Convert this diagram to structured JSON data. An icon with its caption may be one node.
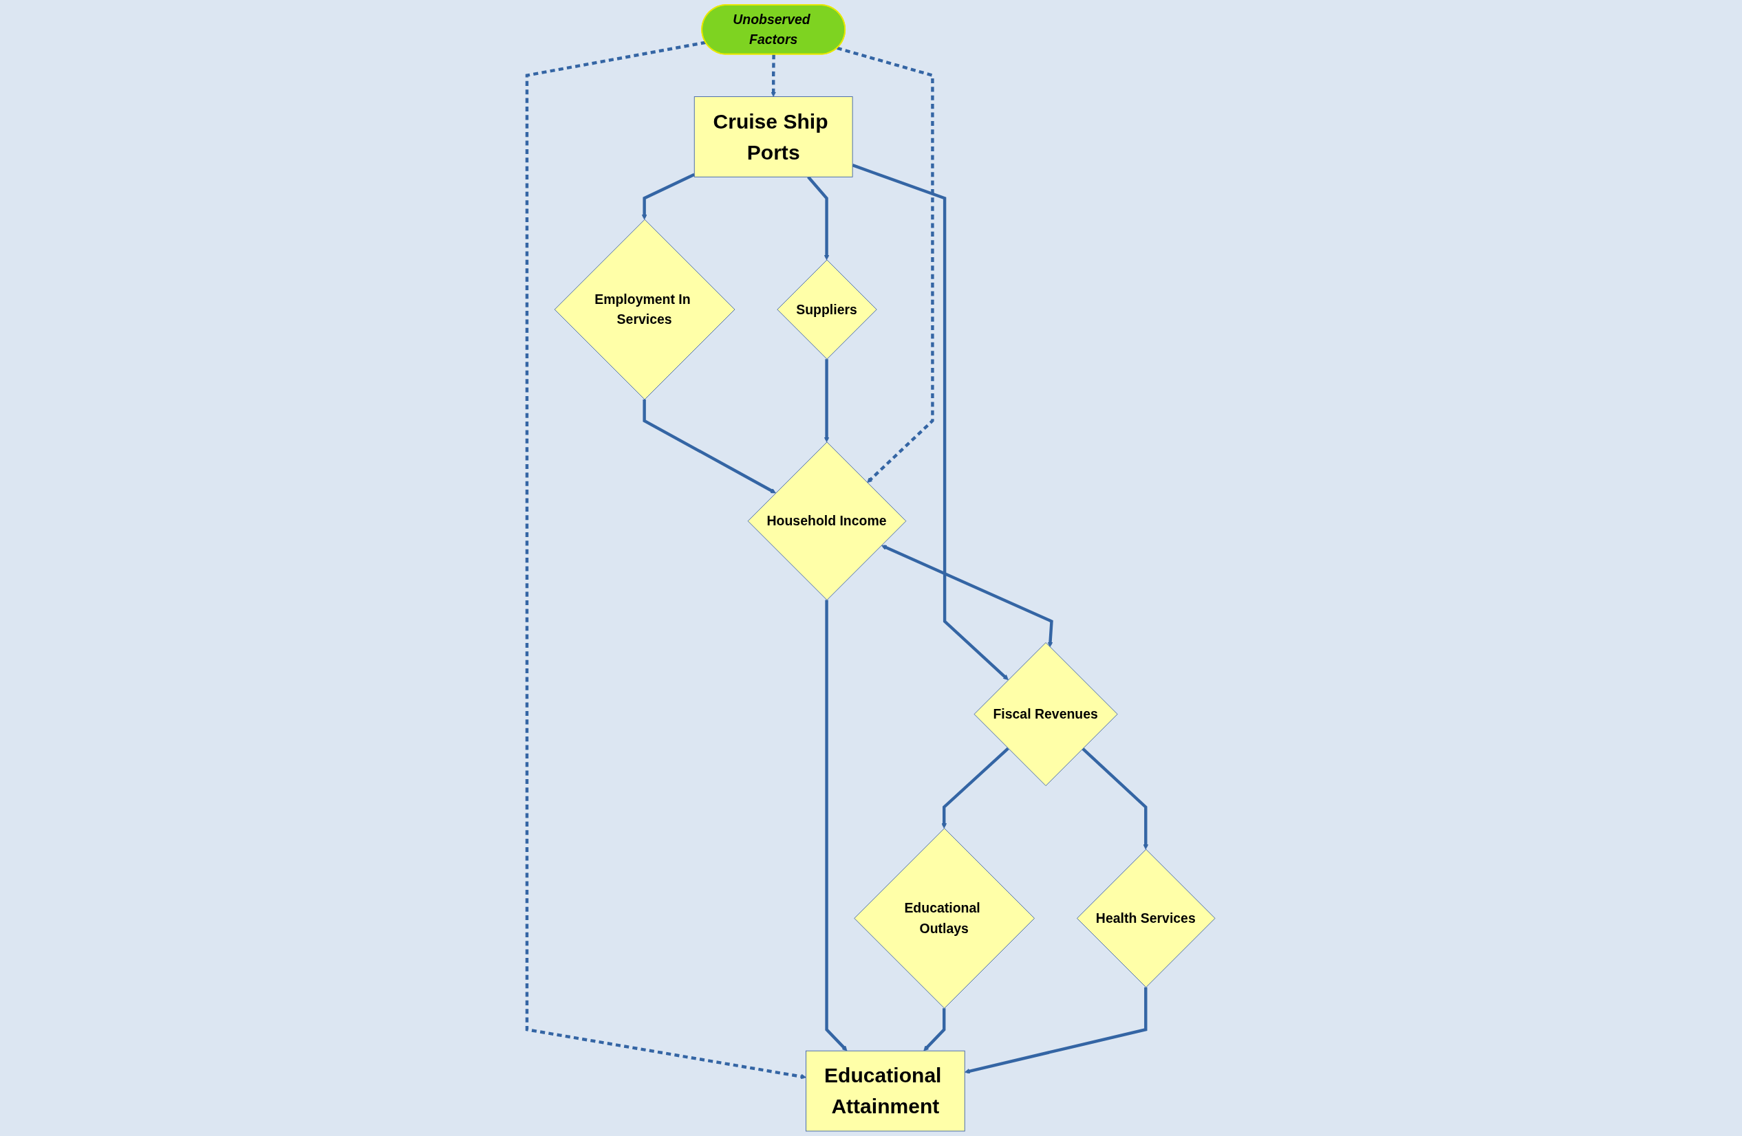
{
  "diagram": {
    "nodes": [
      {
        "text": [
          "Cruise Ship Ports"
        ]
      },
      {
        "text": [
          "Employment In Services"
        ]
      },
      {
        "text": [
          "Suppliers"
        ]
      },
      {
        "text": [
          "Fiscal Revenues"
        ]
      },
      {
        "text": [
          "Unobserved Factors"
        ]
      },
      {
        "text": [
          "Household Income"
        ]
      },
      {
        "text": [
          "Educational Outlays"
        ]
      },
      {
        "text": [
          "Health Services"
        ]
      },
      {
        "text": [
          "Educational Attainment"
        ]
      }
    ],
    "edges": [
      {
        "from": 0,
        "to": 1,
        "arrow": "to"
      },
      {
        "from": 0,
        "to": 2,
        "arrow": "to"
      },
      {
        "from": 0,
        "to": 3,
        "arrow": "to"
      },
      {
        "from": 4,
        "to": 0,
        "arrow": "to",
        "style": "dashed"
      },
      {
        "from": 1,
        "to": 5,
        "arrow": "to"
      },
      {
        "from": 2,
        "to": 5,
        "arrow": "to"
      },
      {
        "from": 5,
        "to": 3,
        "arrow": "both"
      },
      {
        "from": 3,
        "to": 6,
        "arrow": "to"
      },
      {
        "from": 3,
        "to": 7,
        "arrow": "to"
      },
      {
        "from": 4,
        "to": 5,
        "arrow": "to",
        "style": "dashed"
      },
      {
        "from": 4,
        "to": 8,
        "arrow": "to",
        "style": "dashed"
      },
      {
        "from": 5,
        "to": 8,
        "arrow": "to"
      },
      {
        "from": 6,
        "to": 8,
        "arrow": "to"
      },
      {
        "from": 7,
        "to": 8,
        "arrow": "to"
      }
    ]
  }
}
